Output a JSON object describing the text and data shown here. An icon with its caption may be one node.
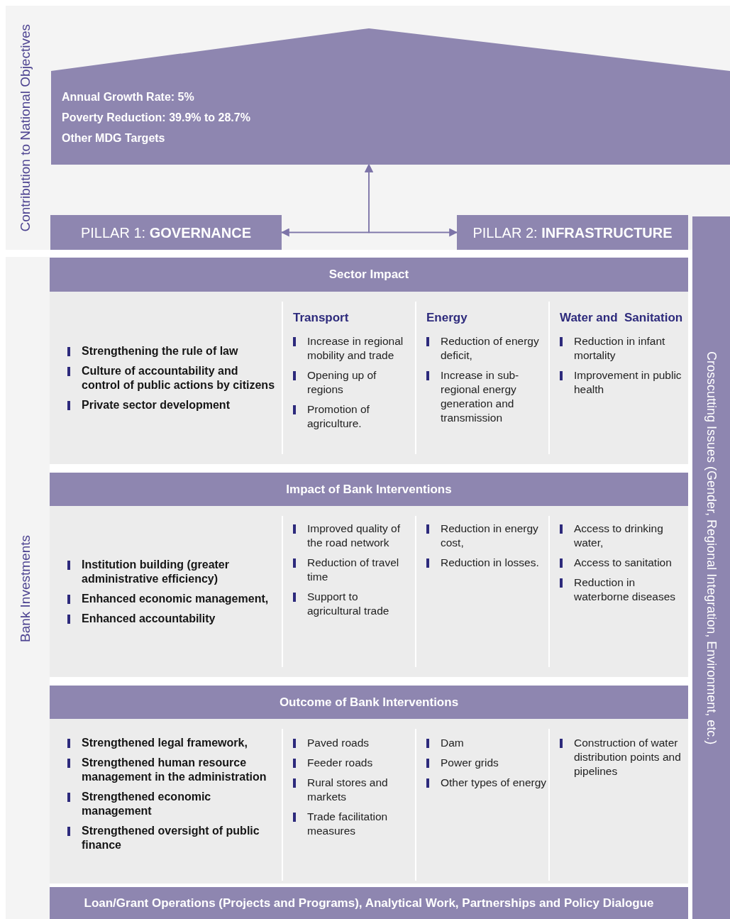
{
  "diagram": {
    "nodes": [
      {
        "text": [
          "Annual Growth Rate: 5%",
          "Poverty Reduction: 39.9% to 28.7%",
          "Other MDG Targets"
        ]
      },
      {
        "text": [
          "PILLAR 1: **GOVERNANCE**"
        ]
      },
      {
        "text": [
          "PILLAR 2: **INFRASTRUCTURE**"
        ]
      },
      {
        "text": [
          "Sector Impact"
        ]
      },
      {
        "text": [
          "Strengthening the rule of law",
          "Culture of accountability and control of  public actions by citizens",
          "Private sector development"
        ]
      },
      {
        "text": [
          "Transport",
          "Increase in regional mobility and trade",
          "Opening up of regions",
          "Promotion of agriculture."
        ]
      },
      {
        "text": [
          "Energy",
          "Reduction of energy deficit,",
          "Increase in sub-regional energy generation and transmission"
        ]
      },
      {
        "text": [
          "Water and  Sanitation",
          "Reduction in infant mortality",
          "Improvement in public health"
        ]
      },
      {
        "text": [
          "Impact of Bank Interventions"
        ]
      },
      {
        "text": [
          "Institution building (greater administrative efficiency)",
          "Enhanced economic management,",
          "Enhanced accountability"
        ]
      },
      {
        "text": [
          "Improved quality of the road network",
          "Reduction of travel time",
          "Support to agricultural trade"
        ]
      },
      {
        "text": [
          "Reduction in energy cost,",
          "Reduction in losses."
        ]
      },
      {
        "text": [
          "Access to drinking water,",
          "Access to sanitation",
          "Reduction in waterborne diseases"
        ]
      },
      {
        "text": [
          "Outcome of Bank Interventions"
        ]
      },
      {
        "text": [
          "Strengthened legal framework,",
          "Strengthened human resource management in the administration",
          "Strengthened economic management",
          "Strengthened oversight of public finance"
        ]
      },
      {
        "text": [
          "Paved roads",
          "Feeder roads",
          "Rural stores and markets",
          "Trade facilitation measures"
        ]
      },
      {
        "text": [
          "Dam",
          "Power grids",
          "Other types of energy"
        ]
      },
      {
        "text": [
          "Construction of water distribution points and pipelines"
        ]
      },
      {
        "text": [
          "Loan/Grant Operations (Projects and Programs), Analytical Work, Partnerships and Policy Dialogue"
        ]
      },
      {
        "text": [
          "Crosscutting Issues (Gender, Regional Integration, Environment, etc.)"
        ]
      }
    ],
    "edges": [
      {
        "from": 1,
        "to": 2,
        "arrow": "both"
      },
      {
        "from": 1,
        "to": 0,
        "arrow": "to"
      },
      {
        "from": 2,
        "to": 0,
        "arrow": "to"
      }
    ],
    "labels": [
      "Contribution to National Objectives",
      "Bank Investments"
    ]
  }
}
